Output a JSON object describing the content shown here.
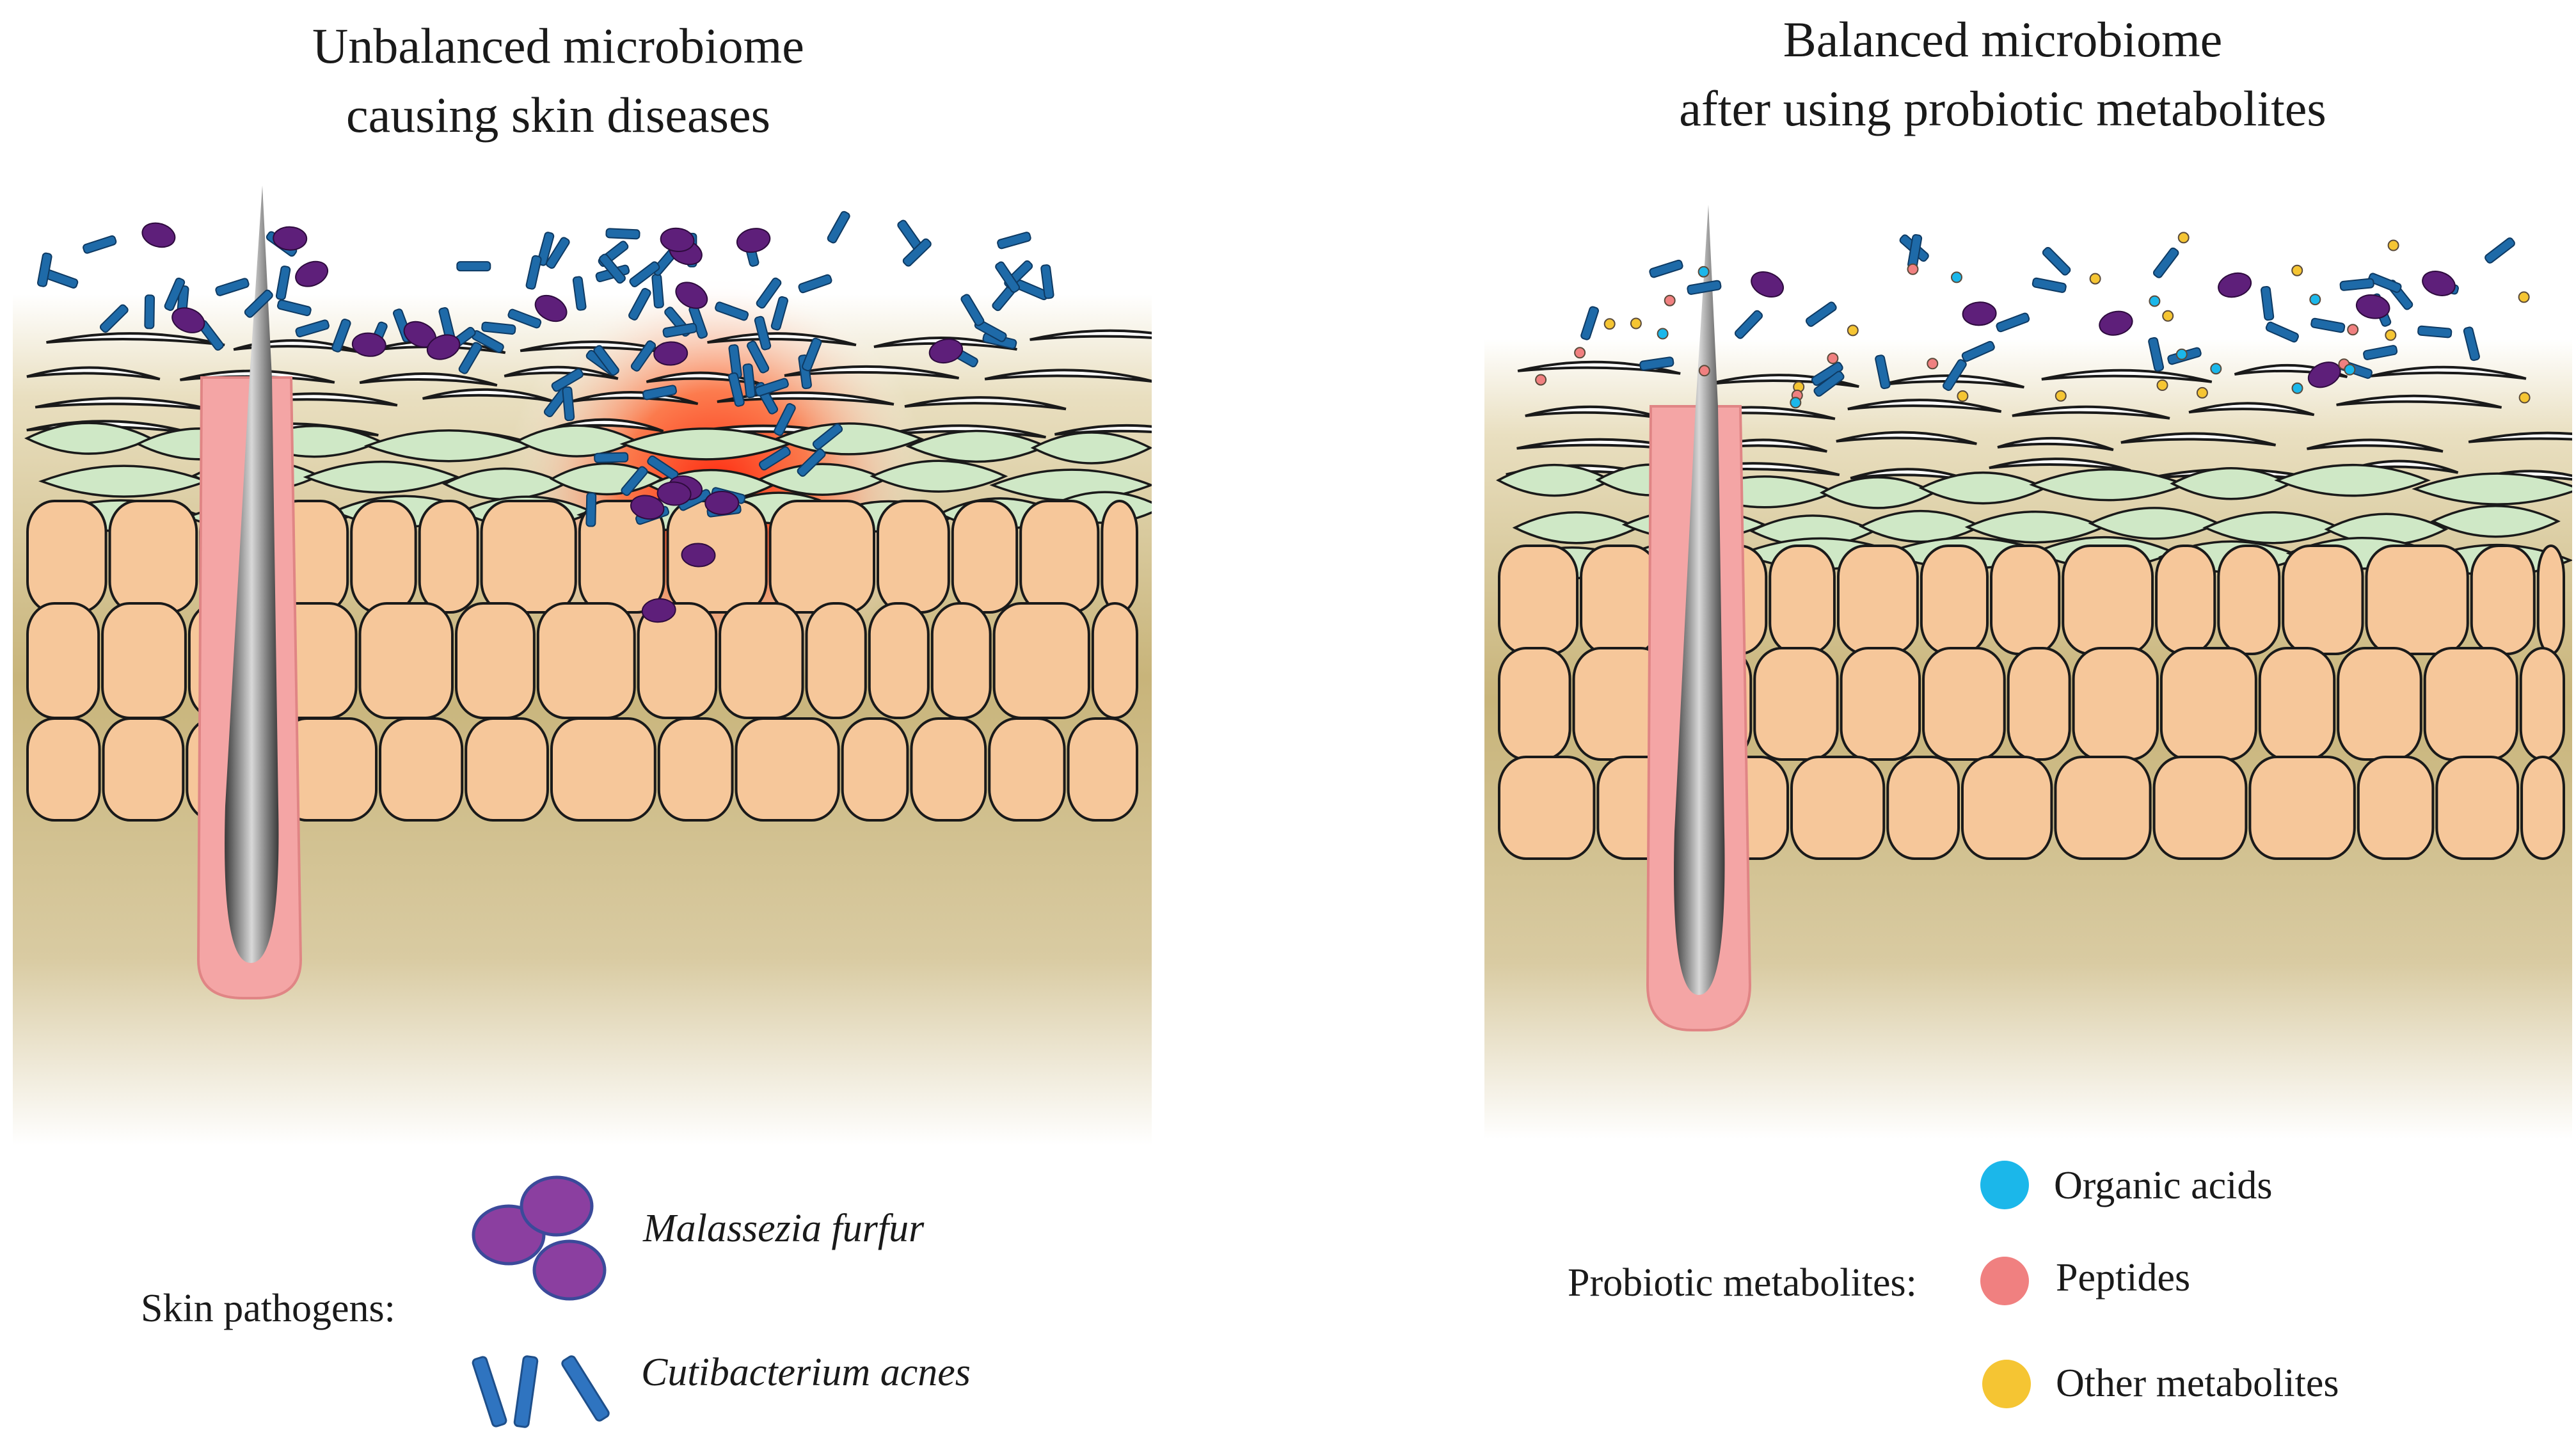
{
  "left_panel": {
    "title_lines": [
      "Unbalanced microbiome",
      "causing skin diseases"
    ]
  },
  "right_panel": {
    "title_lines": [
      "Balanced microbiome",
      "after using probiotic metabolites"
    ]
  },
  "legend_left": {
    "heading": "Skin pathogens:",
    "items": [
      {
        "label": "Malassezia furfur",
        "color": "#8b3fa0",
        "icon": "oval-cluster-icon"
      },
      {
        "label": "Cutibacterium acnes",
        "color": "#2f74c0",
        "icon": "rod-bacteria-icon"
      }
    ]
  },
  "legend_right": {
    "heading": "Probiotic metabolites:",
    "items": [
      {
        "label": "Organic acids",
        "color": "#1bb7ea",
        "icon": "blue-dot-icon"
      },
      {
        "label": "Peptides",
        "color": "#f08080",
        "icon": "pink-dot-icon"
      },
      {
        "label": "Other metabolites",
        "color": "#f5c533",
        "icon": "yellow-dot-icon"
      }
    ]
  },
  "colors": {
    "skin_tan": "#c8b47a",
    "cell_orange": "#f6c79a",
    "cell_green": "#cfe8c6",
    "follicle_pink": "#f4a5a5",
    "inflammation_red": "#ff2a10",
    "bacteria_blue": "#1e6aa8",
    "malassezia_purple": "#5e1f7a"
  }
}
